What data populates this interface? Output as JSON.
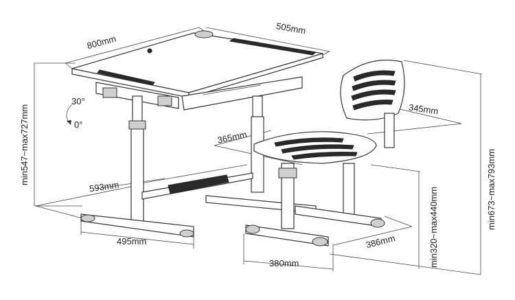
{
  "dimensions": {
    "desk_width": "800mm",
    "desk_depth": "505mm",
    "tilt_max": "30°",
    "tilt_min": "0°",
    "desk_height": "min547~max727mm",
    "desk_leg_depth": "593mm",
    "desk_base_width": "495mm",
    "chair_back_width": "345mm",
    "chair_seat_depth": "365mm",
    "chair_total_height": "min673~max793mm",
    "chair_seat_height": "min320~max440mm",
    "chair_base_depth": "386mm",
    "chair_base_width": "380mm"
  }
}
